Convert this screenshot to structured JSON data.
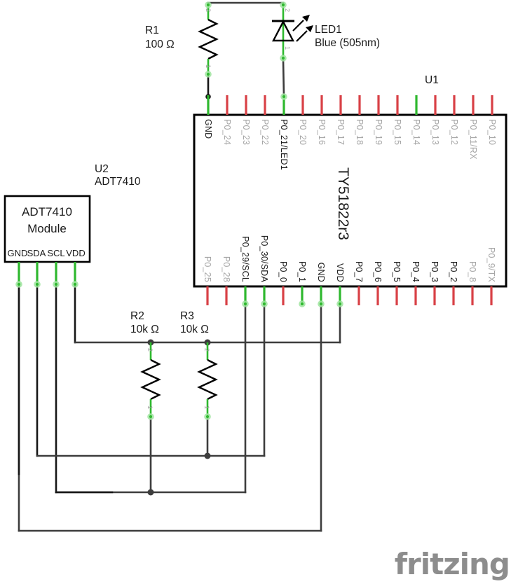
{
  "schematic": {
    "r1": {
      "ref": "R1",
      "value": "100 Ω",
      "pin2": "2",
      "pin1": "1"
    },
    "led1": {
      "ref": "LED1",
      "value": "Blue (505nm)",
      "pin2": "2",
      "pin1": "1"
    },
    "r2": {
      "ref": "R2",
      "value": "10k Ω",
      "pin2": "2",
      "pin1": "1"
    },
    "r3": {
      "ref": "R3",
      "value": "10k Ω",
      "pin2": "2",
      "pin1": "1"
    },
    "u1": {
      "ref": "U1",
      "chip_label": "TY51822r3",
      "top_pins": [
        {
          "label": "GND",
          "pin_color": "green",
          "label_color": "dark"
        },
        {
          "label": "P0_24",
          "pin_color": "red",
          "label_color": "gray"
        },
        {
          "label": "P0_23",
          "pin_color": "red",
          "label_color": "gray"
        },
        {
          "label": "P0_22",
          "pin_color": "red",
          "label_color": "gray"
        },
        {
          "label": "P0_21/LED1",
          "pin_color": "green",
          "label_color": "dark"
        },
        {
          "label": "P0_20",
          "pin_color": "red",
          "label_color": "gray"
        },
        {
          "label": "P0_16",
          "pin_color": "red",
          "label_color": "gray"
        },
        {
          "label": "P0_17",
          "pin_color": "red",
          "label_color": "gray"
        },
        {
          "label": "P0_18",
          "pin_color": "red",
          "label_color": "gray"
        },
        {
          "label": "P0_19",
          "pin_color": "red",
          "label_color": "gray"
        },
        {
          "label": "P0_15",
          "pin_color": "red",
          "label_color": "gray"
        },
        {
          "label": "P0_14",
          "pin_color": "green",
          "label_color": "gray"
        },
        {
          "label": "P0_13",
          "pin_color": "red",
          "label_color": "gray"
        },
        {
          "label": "P0_12",
          "pin_color": "red",
          "label_color": "gray"
        },
        {
          "label": "P0_11/RX",
          "pin_color": "red",
          "label_color": "gray"
        },
        {
          "label": "P0_10",
          "pin_color": "red",
          "label_color": "gray"
        }
      ],
      "bottom_pins": [
        {
          "label": "P0_25",
          "pin_color": "red",
          "label_color": "gray"
        },
        {
          "label": "P0_28",
          "pin_color": "red",
          "label_color": "gray"
        },
        {
          "label": "P0_29/SCL",
          "pin_color": "green",
          "label_color": "dark"
        },
        {
          "label": "P0_30/SDA",
          "pin_color": "green",
          "label_color": "dark"
        },
        {
          "label": "P0_0",
          "pin_color": "red",
          "label_color": "dark"
        },
        {
          "label": "P0_1",
          "pin_color": "green",
          "label_color": "dark"
        },
        {
          "label": "GND",
          "pin_color": "green",
          "label_color": "dark"
        },
        {
          "label": "VDD",
          "pin_color": "green",
          "label_color": "dark"
        },
        {
          "label": "P0_7",
          "pin_color": "red",
          "label_color": "dark"
        },
        {
          "label": "P0_6",
          "pin_color": "red",
          "label_color": "dark"
        },
        {
          "label": "P0_5",
          "pin_color": "red",
          "label_color": "dark"
        },
        {
          "label": "P0_4",
          "pin_color": "red",
          "label_color": "dark"
        },
        {
          "label": "P0_3",
          "pin_color": "red",
          "label_color": "dark"
        },
        {
          "label": "P0_2",
          "pin_color": "red",
          "label_color": "dark"
        },
        {
          "label": "P0_8",
          "pin_color": "red",
          "label_color": "gray"
        },
        {
          "label": "P0_9/TX",
          "pin_color": "red",
          "label_color": "gray"
        }
      ]
    },
    "u2": {
      "ref": "U2",
      "part": "ADT7410",
      "box_line1": "ADT7410",
      "box_line2": "Module",
      "pins": [
        {
          "label": "GND"
        },
        {
          "label": "SDA"
        },
        {
          "label": "SCL"
        },
        {
          "label": "VDD"
        }
      ]
    }
  },
  "watermark": "fritzing",
  "colors": {
    "pin_red": "#d84045",
    "pin_green": "#2eb82e",
    "wire_gray": "#3d3d3d",
    "wire_black": "#161616",
    "label_gray": "#a6a6a6",
    "label_dark": "#1a1a1a",
    "watermark_gray": "#8d8d8d"
  }
}
